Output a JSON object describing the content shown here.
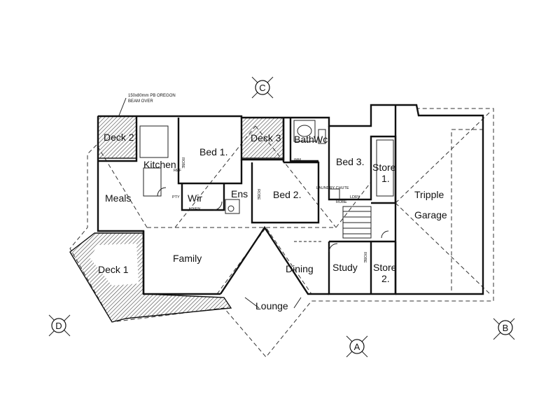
{
  "plan": {
    "note_line1": "150x80mm PB OREGON",
    "note_line2": "BEAM OVER",
    "rooms": {
      "deck2": "Deck 2",
      "kitchen": "Kitchen",
      "bed1": "Bed 1.",
      "deck3": "Deck 3",
      "bath": "Bath",
      "wc": "Wc",
      "bed3": "Bed 3.",
      "store1_a": "Store",
      "store1_b": "1.",
      "meals": "Meals",
      "wir": "Wir",
      "ens": "Ens",
      "bed2": "Bed 2.",
      "garage_a": "Tripple",
      "garage_b": "Garage",
      "family": "Family",
      "deck1": "Deck 1",
      "dining": "Dining",
      "study": "Study",
      "store2_a": "Store",
      "store2_b": "2.",
      "lounge": "Lounge"
    },
    "labels": {
      "robe1": "ROBE",
      "robe2": "ROBE",
      "robe3": "ROBE",
      "robe4": "ROBE",
      "linen": "LINEN",
      "ldry": "LAUNDRY CHUTE",
      "pty": "PTY",
      "ref": "REF",
      "wm": "WM",
      "lnd": "LDRY"
    },
    "markers": {
      "a": "A",
      "b": "B",
      "c": "C",
      "d": "D"
    }
  }
}
